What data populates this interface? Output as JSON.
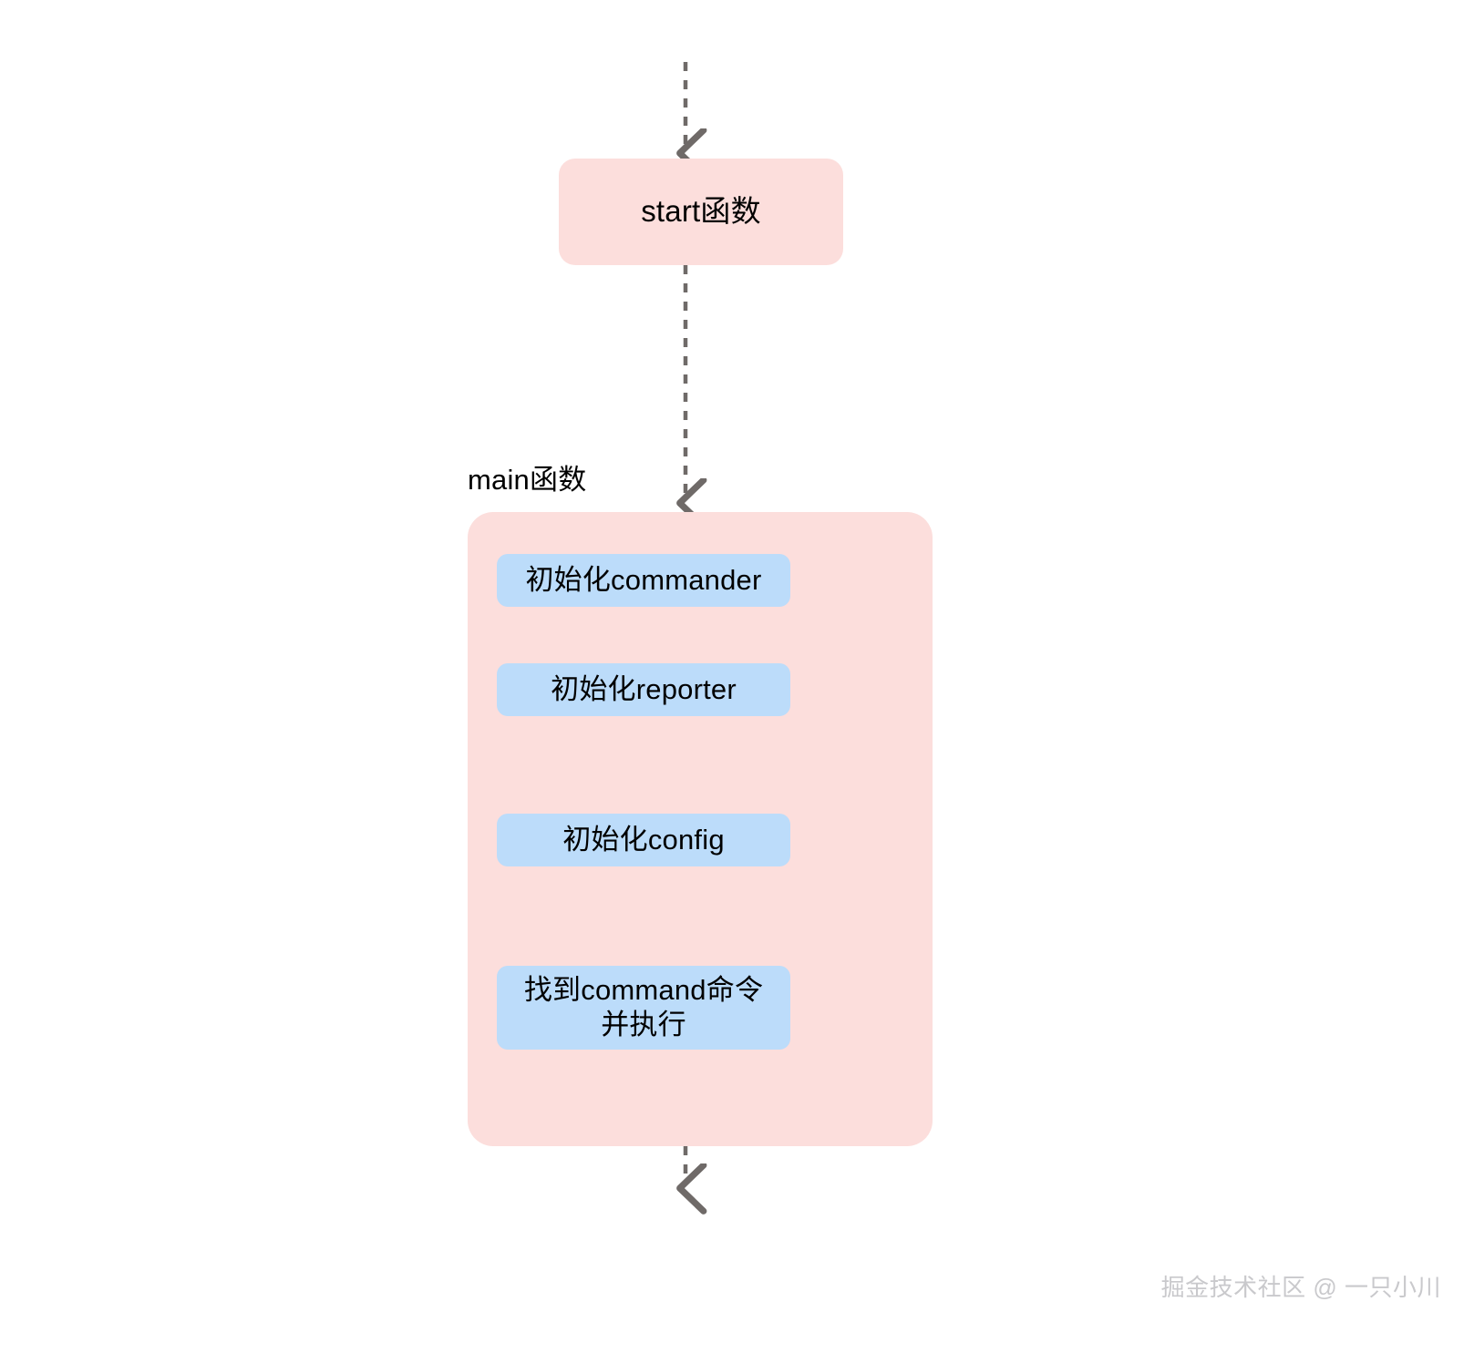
{
  "diagram": {
    "title": "",
    "background_color": "#ffffff",
    "node_fill_pink": "#fcdedc",
    "node_fill_blue": "#bcdcfa",
    "edge_color": "#6f6a68",
    "edge_style": "dashed",
    "nodes": [
      {
        "id": "start",
        "label": "start函数",
        "shape": "rounded-rect",
        "fill": "#fcdedc"
      },
      {
        "id": "cluster_main",
        "label": "main函数",
        "shape": "cluster",
        "fill": "#fcdedc"
      },
      {
        "id": "step_commander",
        "label": "初始化commander",
        "shape": "rounded-rect",
        "fill": "#bcdcfa"
      },
      {
        "id": "step_reporter",
        "label": "初始化reporter",
        "shape": "rounded-rect",
        "fill": "#bcdcfa"
      },
      {
        "id": "step_config",
        "label": "初始化config",
        "shape": "rounded-rect",
        "fill": "#bcdcfa"
      },
      {
        "id": "step_command",
        "label": "找到command命令\n并执行",
        "shape": "rounded-rect",
        "fill": "#bcdcfa"
      }
    ],
    "edges": [
      {
        "from": "entry",
        "to": "start",
        "style": "dashed",
        "arrow": "down"
      },
      {
        "from": "start",
        "to": "cluster_main",
        "style": "dashed",
        "arrow": "down"
      },
      {
        "from": "step_commander",
        "to": "step_reporter",
        "style": "dashed",
        "arrow": "down"
      },
      {
        "from": "step_reporter",
        "to": "step_config",
        "style": "dashed",
        "arrow": "down"
      },
      {
        "from": "step_config",
        "to": "step_command",
        "style": "dashed",
        "arrow": "down"
      },
      {
        "from": "cluster_main",
        "to": "exit",
        "style": "dashed",
        "arrow": "down"
      }
    ]
  },
  "watermark": {
    "text": "掘金技术社区 @ 一只小川",
    "color": "#c9c9cc"
  }
}
